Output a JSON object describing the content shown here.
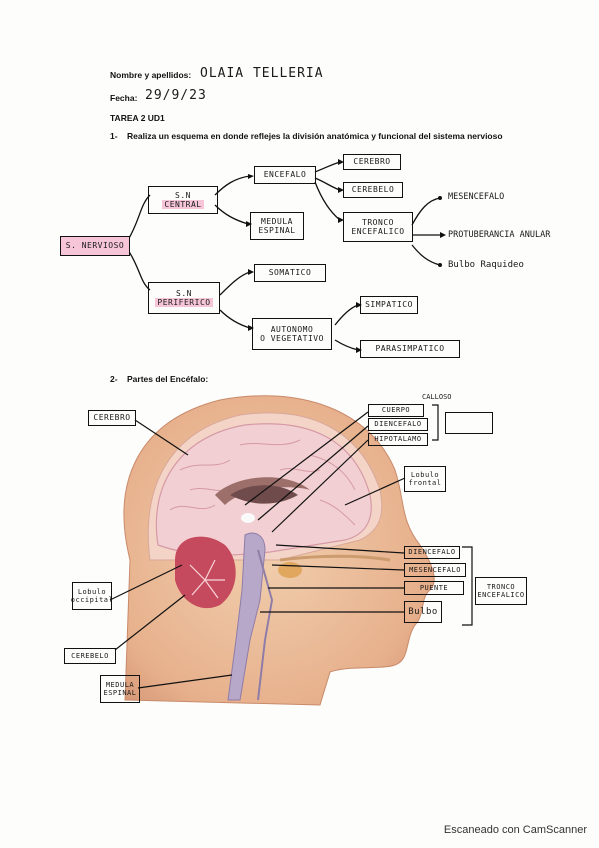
{
  "header": {
    "name_label": "Nombre y apellidos:",
    "name_value": "OLAIA TELLERIA",
    "date_label": "Fecha:",
    "date_value": "29/9/23",
    "task": "TAREA 2 UD1"
  },
  "q1": {
    "number": "1-",
    "text": "Realiza un esquema en donde reflejes la división anatómica y funcional del sistema nervioso",
    "nodes": {
      "sistema_nervioso": "S. NERVIOSO",
      "sn_central_1": "S.N",
      "sn_central_2": "CENTRAL",
      "sn_periferico_1": "S.N",
      "sn_periferico_2": "PERIFERICO",
      "encefalo": "ENCEFALO",
      "medula_1": "MEDULA",
      "medula_2": "ESPINAL",
      "cerebro": "CEREBRO",
      "cerebelo": "CEREBELO",
      "tronco_1": "TRONCO",
      "tronco_2": "ENCEFALICO",
      "mesencefalo": "MESENCEFALO",
      "protuberancia": "PROTUBERANCIA ANULAR",
      "bulbo": "Bulbo Raquideo",
      "somatico": "SOMATICO",
      "autonomo_1": "AUTONOMO",
      "autonomo_2": "O VEGETATIVO",
      "simpatico": "SIMPATICO",
      "parasimpatico": "PARASIMPATICO"
    }
  },
  "q2": {
    "number": "2-",
    "text": "Partes del Encéfalo:",
    "labels": {
      "cerebro": "CEREBRO",
      "cuerpo_calloso_1": "CUERPO",
      "cuerpo_calloso_2": "CALLOSO",
      "diencefalo": "DIENCEFALO",
      "hipotalamo": "HIPOTALAMO",
      "lobulo_frontal_1": "Lobulo",
      "lobulo_frontal_2": "frontal",
      "diencefalo2": "DIENCEFALO",
      "mesencefalo": "MESENCEFALO",
      "puente": "PUENTE",
      "bulbo": "Bulbo",
      "tronco_1": "TRONCO",
      "tronco_2": "ENCEFALICO",
      "lobulo_occipital_1": "Lobulo",
      "lobulo_occipital_2": "occipital",
      "cerebelo": "CEREBELO",
      "medula_1": "MEDULA",
      "medula_2": "ESPINAL"
    }
  },
  "footer": {
    "scanner": "Escaneado con CamScanner"
  }
}
